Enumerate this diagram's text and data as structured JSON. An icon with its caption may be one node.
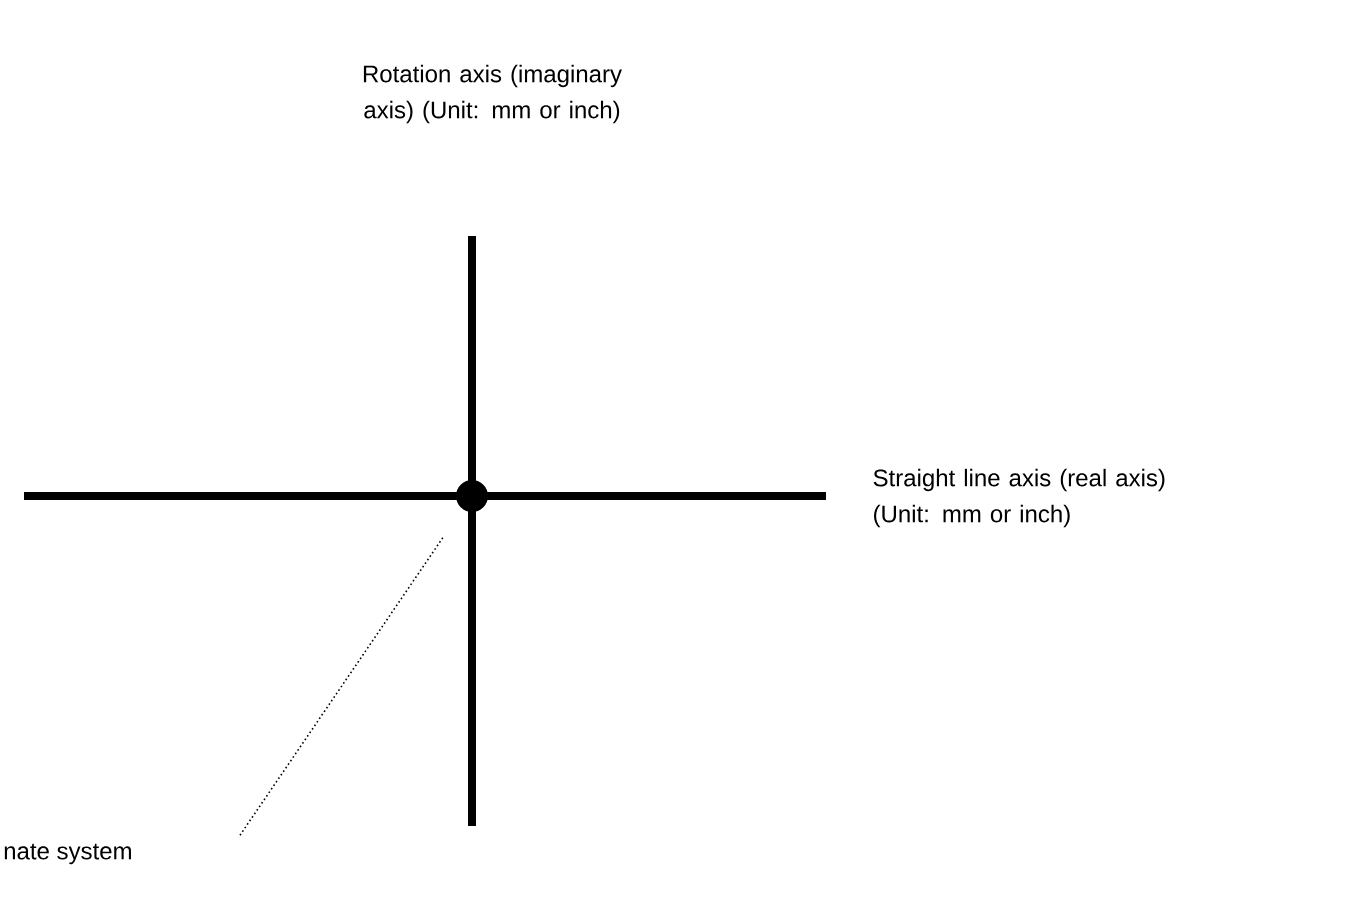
{
  "diagram": {
    "nodes": [
      {
        "text": [
          "nate system"
        ]
      },
      {
        "text": [],
        "shape": "circle"
      }
    ],
    "edges": [
      {
        "from": 0,
        "to": 1,
        "arrow": "none"
      }
    ],
    "labels": [
      "Rotation axis (imaginary axis) (Unit: mm or inch)",
      "Straight line axis (real axis) (Unit: mm or inch)"
    ]
  }
}
